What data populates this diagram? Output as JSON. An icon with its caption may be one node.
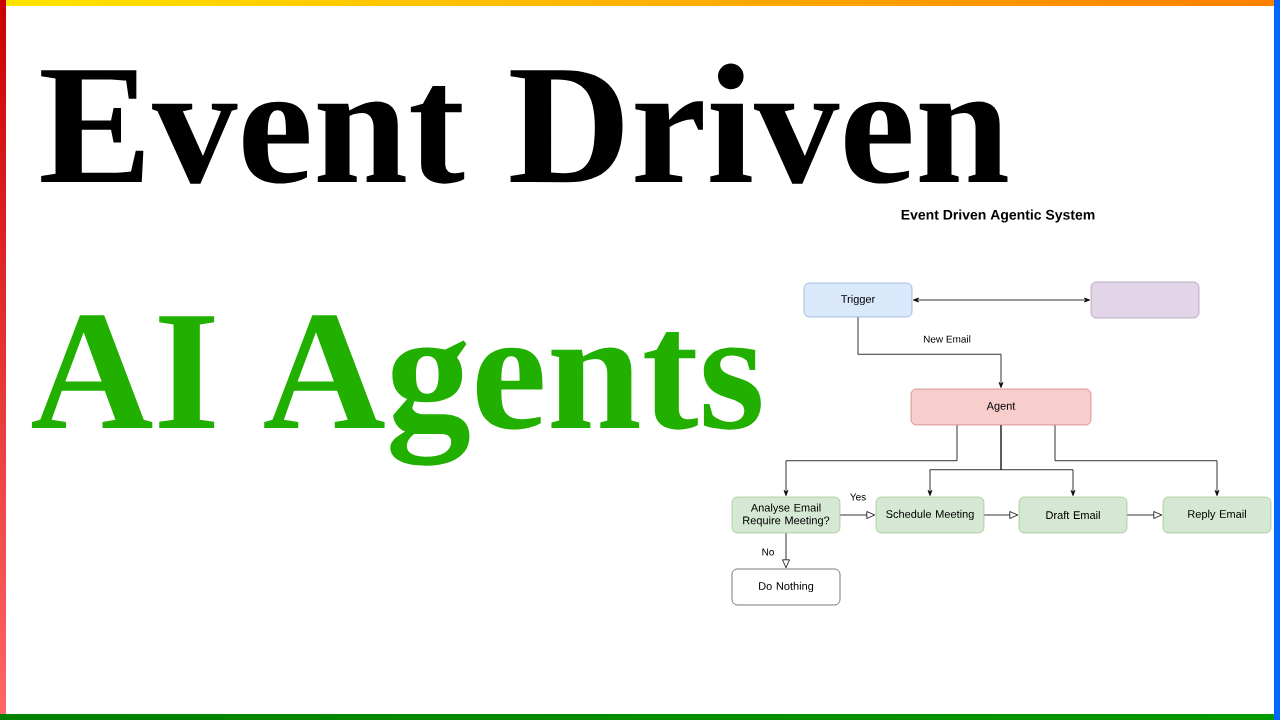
{
  "diagram": {
    "title": "Event Driven Agentic System",
    "nodes": [
      {
        "text": [
          "Trigger"
        ]
      },
      {
        "text": [],
        "shape": "box"
      },
      {
        "text": [
          "Agent"
        ]
      },
      {
        "text": [
          "Analyse Email Require Meeting?"
        ]
      },
      {
        "text": [
          "Schedule Meeting"
        ]
      },
      {
        "text": [
          "Draft Email"
        ]
      },
      {
        "text": [
          "Reply Email"
        ]
      },
      {
        "text": [
          "Do Nothing"
        ]
      }
    ],
    "edges": [
      {
        "from": 0,
        "to": 1,
        "arrow": "both"
      },
      {
        "from": 0,
        "to": 2,
        "arrow": "to",
        "label": "New Email"
      },
      {
        "from": 2,
        "to": 3,
        "arrow": "to"
      },
      {
        "from": 2,
        "to": 4,
        "arrow": "to"
      },
      {
        "from": 2,
        "to": 5,
        "arrow": "to"
      },
      {
        "from": 2,
        "to": 6,
        "arrow": "to"
      },
      {
        "from": 3,
        "to": 4,
        "arrow": "to",
        "label": "Yes"
      },
      {
        "from": 4,
        "to": 5,
        "arrow": "to"
      },
      {
        "from": 5,
        "to": 6,
        "arrow": "to"
      },
      {
        "from": 3,
        "to": 7,
        "arrow": "to",
        "label": "No"
      }
    ],
    "labels": [
      "Event Driven",
      "AI Agents"
    ]
  }
}
